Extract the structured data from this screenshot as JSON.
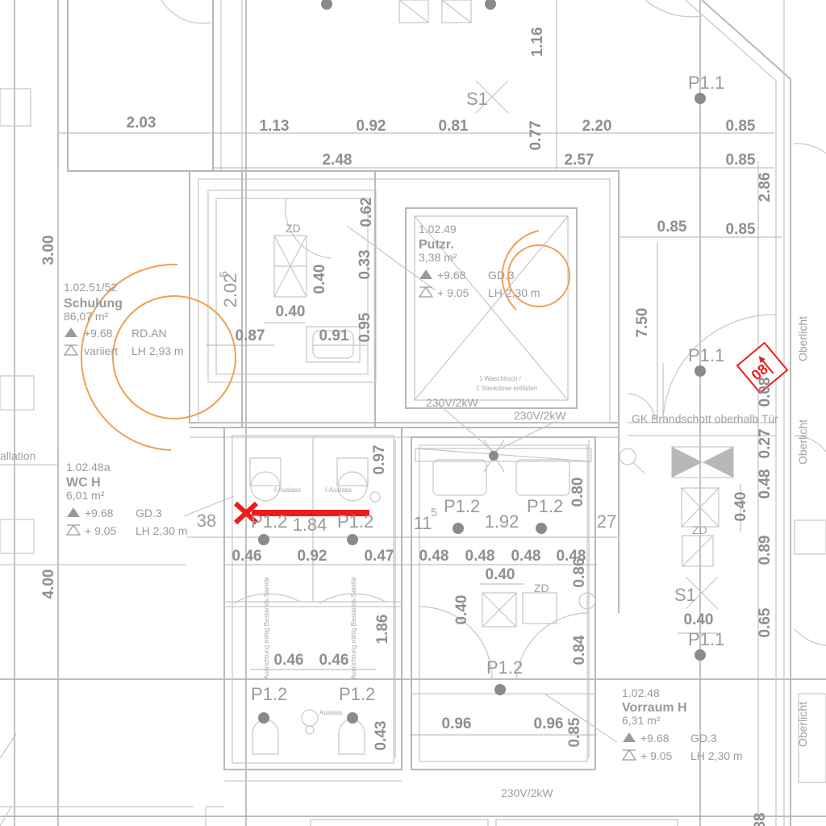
{
  "colors": {
    "background": "#ffffff",
    "lines": "#b9b9b9",
    "text": "#909090",
    "orange": "#f0a050",
    "red": "#ee1b1b"
  },
  "dimensions": {
    "d203": "2.03",
    "d113": "1.13",
    "d092a": "0.92",
    "d081": "0.81",
    "d077": "0.77",
    "d220": "2.20",
    "d085a": "0.85",
    "d085b": "0.85",
    "d085c": "0.85",
    "d085d": "0.85",
    "d248": "2.48",
    "d257": "2.57",
    "d116": "1.16",
    "d286": "2.86",
    "d300": "3.00",
    "d750": "7.50",
    "d2025": "2.02",
    "d2025sup": "5",
    "d040a": "0.40",
    "d040b": "0.40",
    "d033": "0.33",
    "d062": "0.62",
    "d087": "0.87",
    "d091": "0.91",
    "d095": "0.95",
    "d097": "0.97",
    "d38": "38",
    "d184": "1.84",
    "d115": "11",
    "d115sup": "5",
    "d192": "1.92",
    "d27": "27",
    "d080": "0.80",
    "d046a": "0.46",
    "d092b": "0.92",
    "d047": "0.47",
    "d048a": "0.48",
    "d048b": "0.48",
    "d048c": "0.48",
    "d048d": "0.48",
    "d040c": "0.40",
    "d040d": "0.40",
    "d086": "0.86",
    "d186": "1.86",
    "d046b": "0.46",
    "d046c": "0.46",
    "d084": "0.84",
    "d096a": "0.96",
    "d096b": "0.96",
    "d085e": "0.85",
    "d043": "0.43",
    "d400": "4.00",
    "d040e": "0.40",
    "d048e": "0.48",
    "d089": "0.89",
    "d065": "0.65",
    "d040f": "0.40",
    "d027": "0.27",
    "d008": "0.08",
    "d088": "88"
  },
  "labels": {
    "s1a": "S1",
    "s1b": "S1",
    "p11a": "P1.1",
    "p11b": "P1.1",
    "p11c": "P1.1",
    "p12a": "P1.2",
    "p12b": "P1.2",
    "p12c": "P1.2",
    "p12d": "P1.2",
    "p12e": "P1.2",
    "p12f": "P1.2",
    "p12g": "P1.2",
    "zd1": "ZD",
    "zd2": "ZD",
    "zd3": "ZD",
    "v230a": "230V/2kW",
    "v230b": "230V/2kW",
    "v230c": "230V/2kW",
    "brandschott": "GK Brandschott oberhalb Tür",
    "oberlicht1": "Oberlicht",
    "oberlicht2": "Oberlicht",
    "oberlicht3": "Oberlicht",
    "ausrichtung1": "Ausrichtung mittig Bestands-Sanitär",
    "ausrichtung2": "Ausrichtung mittig Bestands-Sanitär",
    "allation": "allation",
    "waschtisch1": "1 Waschtisch /",
    "waschtisch2": "1 Steckdose entfallen",
    "auslass": "Auslass",
    "auslass1": "I-Auslass",
    "auslass2": "I-Auslass"
  },
  "rooms": {
    "schulung": {
      "number": "1.02.51/52",
      "name": "Schulung",
      "area": "86,07 m²",
      "ok": "+9.68",
      "uk": "variiert",
      "floor": "RD.AN",
      "height": "LH 2,93 m"
    },
    "putzr": {
      "number": "1.02.49",
      "name": "Putzr.",
      "area": "3,38 m²",
      "ok": "+9.68",
      "uk": "+ 9.05",
      "floor": "GD.3",
      "height": "LH 2,30 m"
    },
    "wch": {
      "number": "1.02.48a",
      "name": "WC H",
      "area": "6,01 m²",
      "ok": "+9.68",
      "uk": "+ 9.05",
      "floor": "GD.3",
      "height": "LH 2,30 m"
    },
    "vorraum": {
      "number": "1.02.48",
      "name": "Vorraum H",
      "area": "6,31 m²",
      "ok": "+9.68",
      "uk": "+ 9.05",
      "floor": "GD.3",
      "height": "LH 2,30 m"
    }
  },
  "door_tag": {
    "label": "08"
  }
}
